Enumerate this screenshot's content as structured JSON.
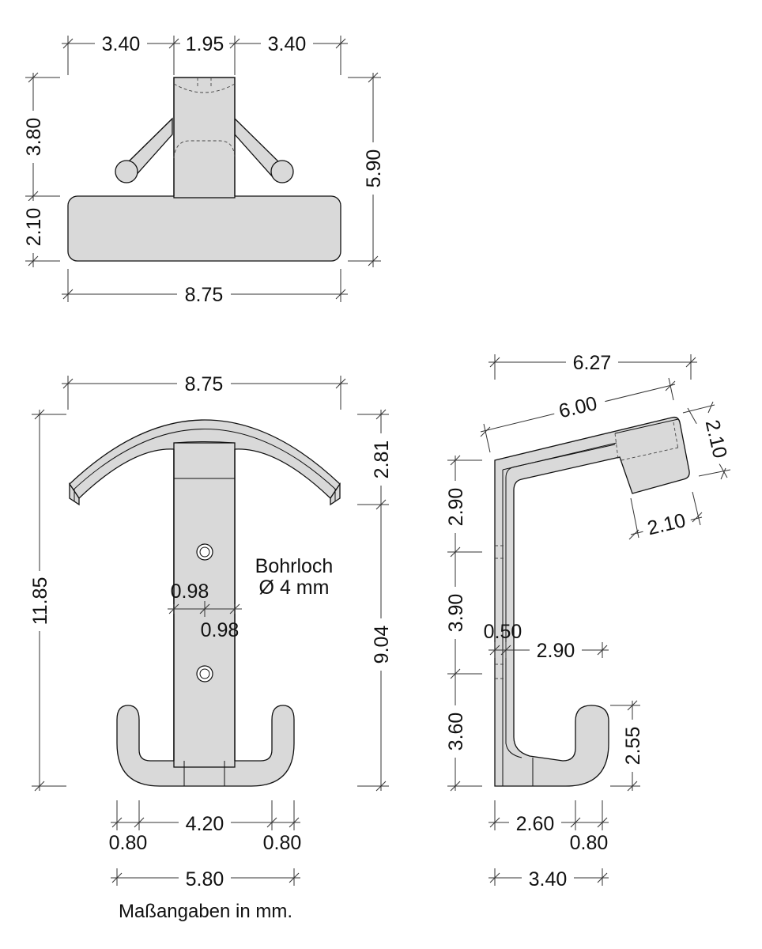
{
  "top_view": {
    "width_segments": [
      "3.40",
      "1.95",
      "3.40"
    ],
    "left_upper": "3.80",
    "left_lower": "2.10",
    "right_total": "5.90",
    "bottom_width": "8.75"
  },
  "front_view": {
    "top_width": "8.75",
    "total_height": "11.85",
    "arc_height": "2.81",
    "lower_height": "9.04",
    "hole_label_line1": "Bohrloch",
    "hole_label_line2": "Ø 4 mm",
    "hole_offset_a": "0.98",
    "hole_offset_b": "0.98",
    "inner_width": "4.20",
    "hook_left": "0.80",
    "hook_right": "0.80",
    "overall_width": "5.80"
  },
  "side_view": {
    "top_width": "6.27",
    "arm_length": "6.00",
    "tip_height": "2.10",
    "tip_width": "2.10",
    "seg_upper": "2.90",
    "seg_middle": "3.90",
    "seg_lower": "3.60",
    "thickness": "0.50",
    "depth": "2.90",
    "hook_height": "2.55",
    "hook_inner": "2.60",
    "hook_wall": "0.80",
    "overall_depth": "3.40"
  },
  "footer_note": "Maßangaben in mm."
}
